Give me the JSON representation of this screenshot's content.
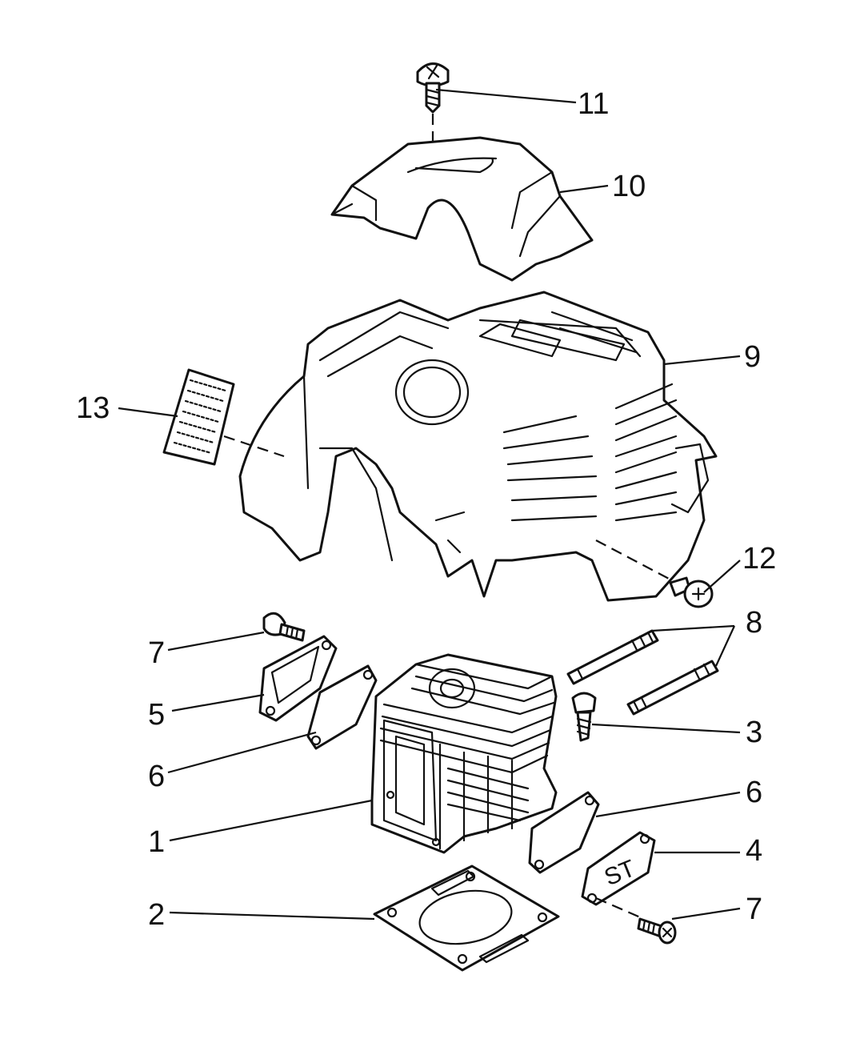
{
  "parts": [
    {
      "id": "p1",
      "number": "1",
      "name": "cylinder"
    },
    {
      "id": "p2",
      "number": "2",
      "name": "cylinder-base-gasket"
    },
    {
      "id": "p3",
      "number": "3",
      "name": "socket-bolt"
    },
    {
      "id": "p4",
      "number": "4",
      "name": "st-plate"
    },
    {
      "id": "p5",
      "number": "5",
      "name": "intake-plate"
    },
    {
      "id": "p6a",
      "number": "6",
      "name": "gasket-intake"
    },
    {
      "id": "p6b",
      "number": "6",
      "name": "gasket-exhaust"
    },
    {
      "id": "p7a",
      "number": "7",
      "name": "screw-upper"
    },
    {
      "id": "p7b",
      "number": "7",
      "name": "screw-lower"
    },
    {
      "id": "p8",
      "number": "8",
      "name": "stud-bolts"
    },
    {
      "id": "p9",
      "number": "9",
      "name": "cylinder-cover"
    },
    {
      "id": "p10",
      "number": "10",
      "name": "top-cover"
    },
    {
      "id": "p11",
      "number": "11",
      "name": "top-screw"
    },
    {
      "id": "p12",
      "number": "12",
      "name": "side-screw"
    },
    {
      "id": "p13",
      "number": "13",
      "name": "warning-label"
    }
  ],
  "stamp_text": "ST"
}
